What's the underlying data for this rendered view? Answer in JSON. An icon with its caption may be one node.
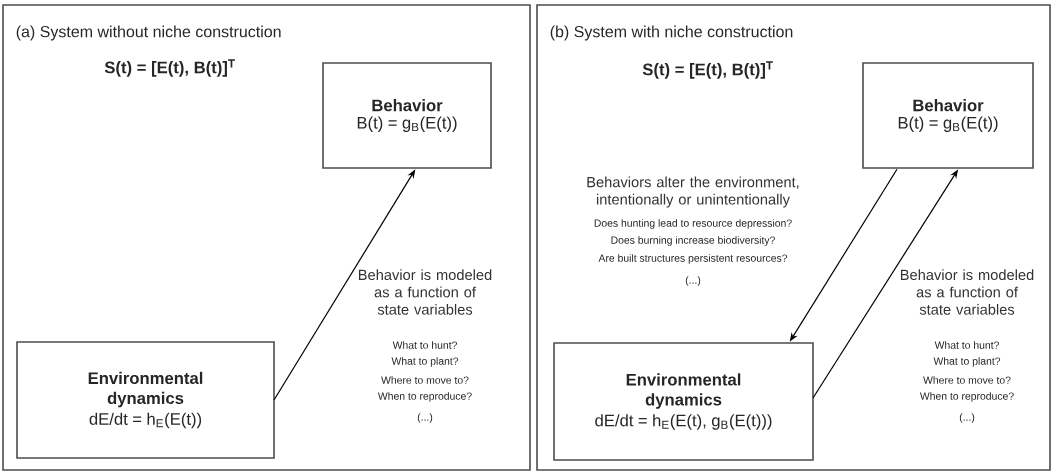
{
  "diagram": {
    "nodes": [
      {
        "text": [
          "(a) System without niche construction"
        ]
      },
      {
        "text": [
          "Behavior",
          "B(t) = g$_{B}$(E(t))"
        ],
        "in": 0
      },
      {
        "text": [
          "Environmental dynamics",
          "dE/dt = h$_{E}$(E(t))"
        ],
        "in": 0
      },
      {
        "text": [
          "(b) System with niche construction"
        ]
      },
      {
        "text": [
          "Behavior",
          "B(t) = g$_{B}$(E(t))"
        ],
        "in": 3
      },
      {
        "text": [
          "Environmental dynamics",
          "dE/dt = h$_{E}$(E(t), g$_{B}$(E(t)))"
        ],
        "in": 3
      }
    ],
    "edges": [
      {
        "from": 2,
        "to": 1,
        "arrow": "to"
      },
      {
        "from": 4,
        "to": 5,
        "arrow": "to"
      },
      {
        "from": 5,
        "to": 4,
        "arrow": "to"
      }
    ],
    "labels": [
      "S(t) = [E(t), B(t)]$^{T}$",
      "Behavior is modeled as a function of state variables",
      "What to hunt?",
      "What to plant?",
      "Where to move to?",
      "When to reproduce?",
      "(...)",
      "S(t) = [E(t), B(t)]$^{T}$",
      "Behaviors alter the environment, intentionally or unintentionally",
      "Does hunting lead to resource depression?",
      "Does burning increase biodiversity?",
      "Are built structures persistent resources?",
      "(...)",
      "Behavior is modeled as a function of state variables",
      "What to hunt?",
      "What to plant?",
      "Where to move to?",
      "When to reproduce?",
      "(...)"
    ]
  }
}
